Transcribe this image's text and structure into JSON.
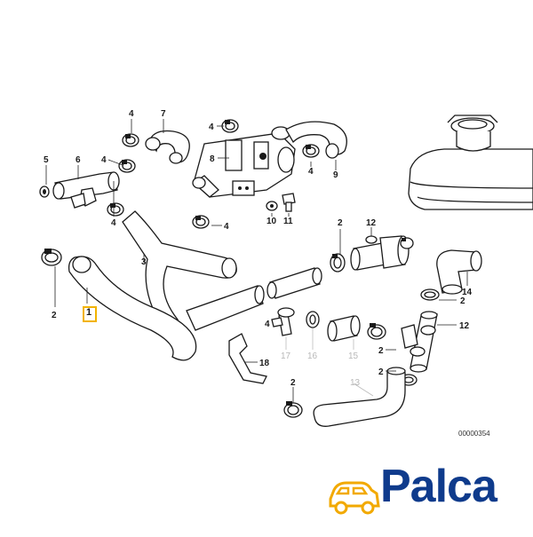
{
  "diagram": {
    "reference_number": "00000354",
    "highlighted_part": "1",
    "callouts": {
      "c1": "1",
      "c2a": "2",
      "c2b": "2",
      "c2c": "2",
      "c2d": "2",
      "c2e": "2",
      "c2f": "2",
      "c3": "3",
      "c4a": "4",
      "c4b": "4",
      "c4c": "4",
      "c4d": "4",
      "c4e": "4",
      "c4f": "4",
      "c4g": "4",
      "c5": "5",
      "c6": "6",
      "c7": "7",
      "c8": "8",
      "c9": "9",
      "c10": "10",
      "c11": "11",
      "c12a": "12",
      "c12b": "12",
      "c13": "13",
      "c14": "14",
      "c15": "15",
      "c16": "16",
      "c17": "17",
      "c18": "18"
    }
  },
  "branding": {
    "logo_text": "Palca",
    "logo_color": "#0f3b8c",
    "logo_accent_color": "#f2a900",
    "watermark_text": "Palca",
    "highlight_color": "#f2b300"
  }
}
